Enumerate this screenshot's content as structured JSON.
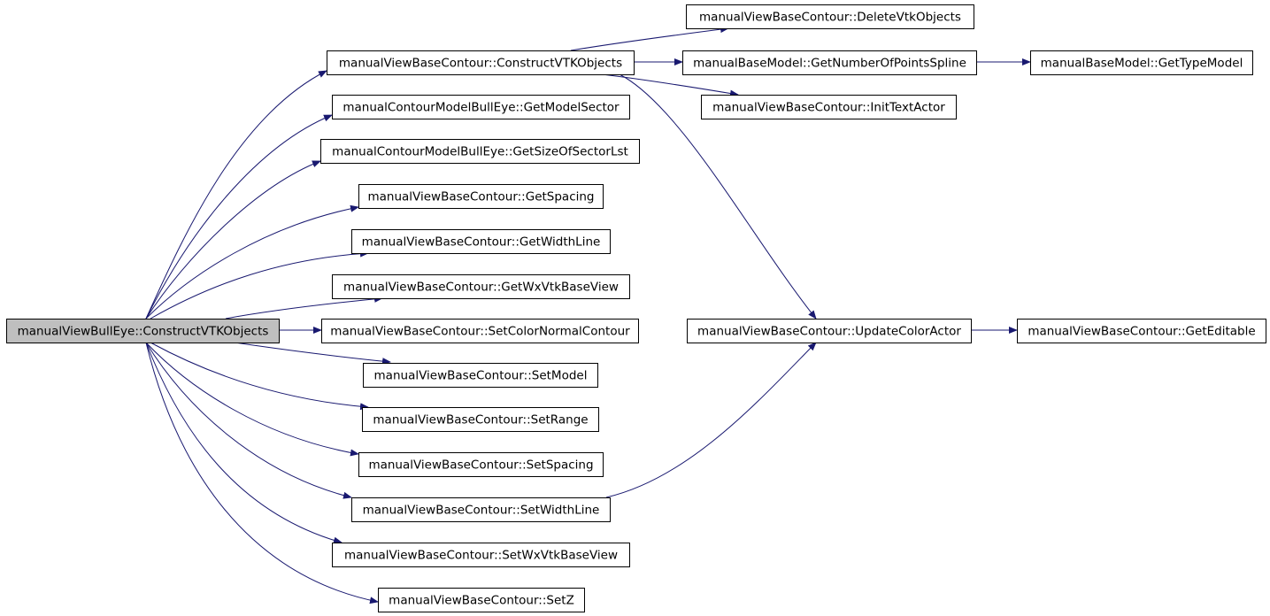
{
  "diagram": {
    "type": "call-graph",
    "colors": {
      "edge": "#191970",
      "root_fill": "#bfbfbf",
      "node_fill": "#ffffff",
      "border": "#000000"
    },
    "nodes": [
      {
        "id": "root",
        "label": "manualViewBullEye::ConstructVTKObjects",
        "root": true
      },
      {
        "id": "n_construct",
        "label": "manualViewBaseContour::ConstructVTKObjects"
      },
      {
        "id": "n_getmodelsector",
        "label": "manualContourModelBullEye::GetModelSector"
      },
      {
        "id": "n_getsizeofsector",
        "label": "manualContourModelBullEye::GetSizeOfSectorLst"
      },
      {
        "id": "n_getspacing",
        "label": "manualViewBaseContour::GetSpacing"
      },
      {
        "id": "n_getwidthline",
        "label": "manualViewBaseContour::GetWidthLine"
      },
      {
        "id": "n_getwxvtk",
        "label": "manualViewBaseContour::GetWxVtkBaseView"
      },
      {
        "id": "n_setcolornormal",
        "label": "manualViewBaseContour::SetColorNormalContour"
      },
      {
        "id": "n_setmodel",
        "label": "manualViewBaseContour::SetModel"
      },
      {
        "id": "n_setrange",
        "label": "manualViewBaseContour::SetRange"
      },
      {
        "id": "n_setspacing",
        "label": "manualViewBaseContour::SetSpacing"
      },
      {
        "id": "n_setwidthline",
        "label": "manualViewBaseContour::SetWidthLine"
      },
      {
        "id": "n_setwxvtk",
        "label": "manualViewBaseContour::SetWxVtkBaseView"
      },
      {
        "id": "n_setz",
        "label": "manualViewBaseContour::SetZ"
      },
      {
        "id": "n_deletevtk",
        "label": "manualViewBaseContour::DeleteVtkObjects"
      },
      {
        "id": "n_getnumpoints",
        "label": "manualBaseModel::GetNumberOfPointsSpline"
      },
      {
        "id": "n_inittext",
        "label": "manualViewBaseContour::InitTextActor"
      },
      {
        "id": "n_updatecolor",
        "label": "manualViewBaseContour::UpdateColorActor"
      },
      {
        "id": "n_gettypemodel",
        "label": "manualBaseModel::GetTypeModel"
      },
      {
        "id": "n_geteditable",
        "label": "manualViewBaseContour::GetEditable"
      }
    ],
    "edges": [
      {
        "from": "root",
        "to": "n_construct"
      },
      {
        "from": "root",
        "to": "n_getmodelsector"
      },
      {
        "from": "root",
        "to": "n_getsizeofsector"
      },
      {
        "from": "root",
        "to": "n_getspacing"
      },
      {
        "from": "root",
        "to": "n_getwidthline"
      },
      {
        "from": "root",
        "to": "n_getwxvtk"
      },
      {
        "from": "root",
        "to": "n_setcolornormal"
      },
      {
        "from": "root",
        "to": "n_setmodel"
      },
      {
        "from": "root",
        "to": "n_setrange"
      },
      {
        "from": "root",
        "to": "n_setspacing"
      },
      {
        "from": "root",
        "to": "n_setwidthline"
      },
      {
        "from": "root",
        "to": "n_setwxvtk"
      },
      {
        "from": "root",
        "to": "n_setz"
      },
      {
        "from": "n_construct",
        "to": "n_deletevtk"
      },
      {
        "from": "n_construct",
        "to": "n_getnumpoints"
      },
      {
        "from": "n_construct",
        "to": "n_inittext"
      },
      {
        "from": "n_construct",
        "to": "n_updatecolor"
      },
      {
        "from": "n_getnumpoints",
        "to": "n_gettypemodel"
      },
      {
        "from": "n_setwidthline",
        "to": "n_updatecolor"
      },
      {
        "from": "n_updatecolor",
        "to": "n_geteditable"
      }
    ]
  }
}
